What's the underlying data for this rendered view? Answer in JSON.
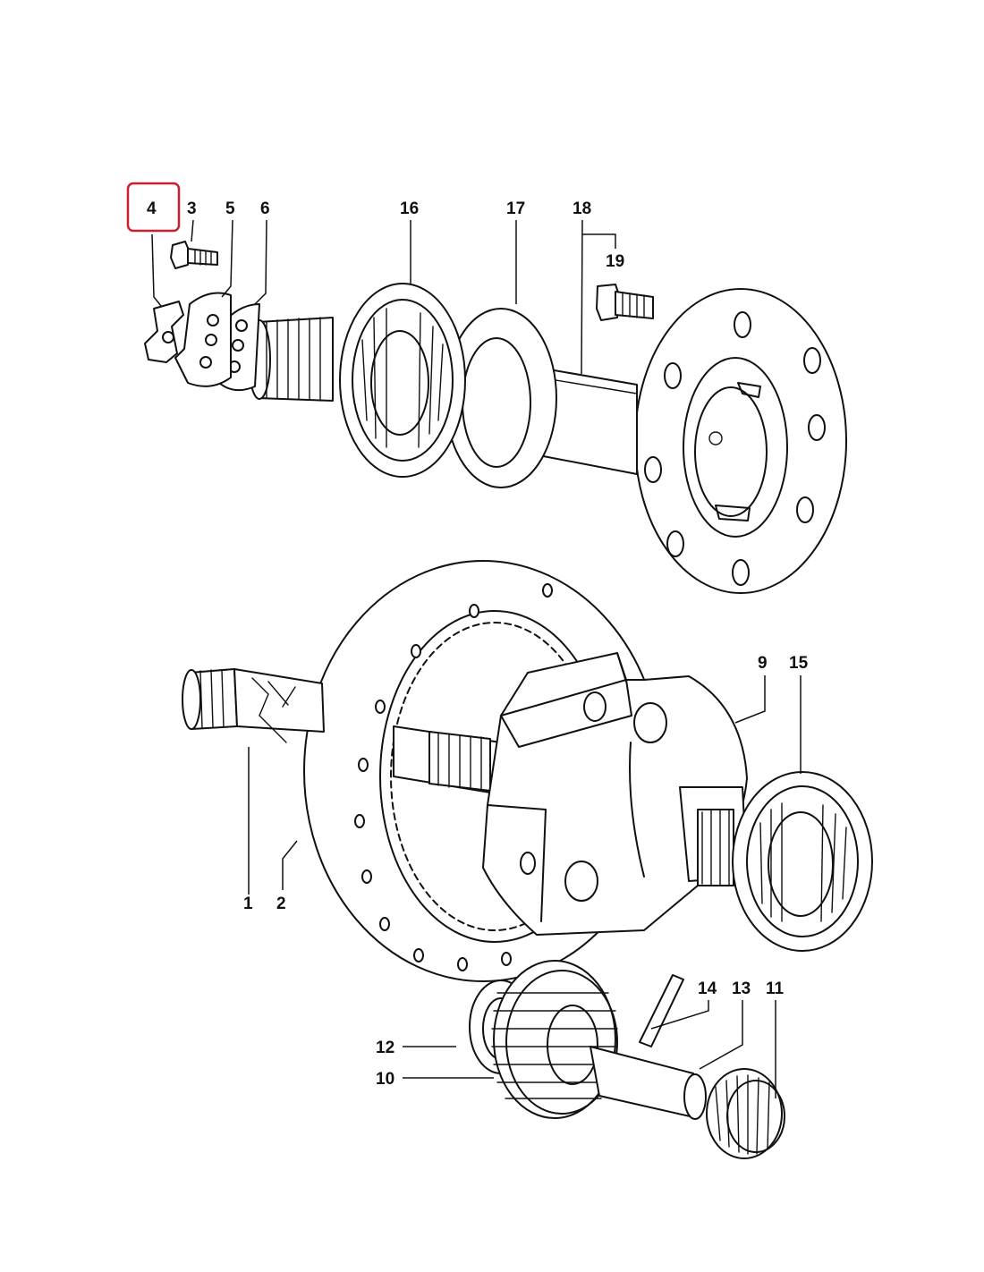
{
  "diagram": {
    "highlight_color": "#cc1f2d",
    "line_color": "#111111",
    "highlighted_part": "4",
    "labels": {
      "p1": "1",
      "p2": "2",
      "p3": "3",
      "p4": "4",
      "p5": "5",
      "p6": "6",
      "p9": "9",
      "p10": "10",
      "p11": "11",
      "p12": "12",
      "p13": "13",
      "p14": "14",
      "p15": "15",
      "p16": "16",
      "p17": "17",
      "p18": "18",
      "p19": "19"
    }
  }
}
